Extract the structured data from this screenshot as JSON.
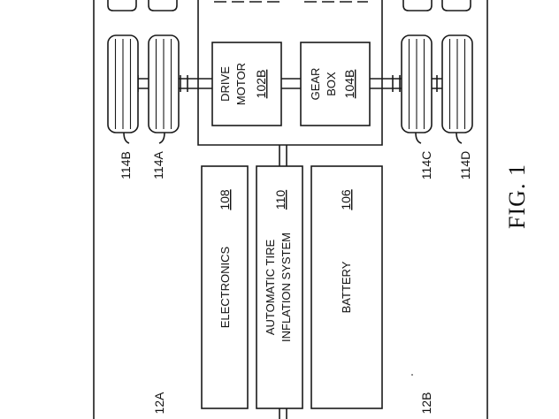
{
  "figure_label": "FIG. 1",
  "vehicle_sides": {
    "left": "12A",
    "right": "12B"
  },
  "drive_motor": {
    "lines": [
      "DRIVE",
      "MOTOR"
    ],
    "ref": "102B"
  },
  "gear_box": {
    "lines": [
      "GEAR",
      "BOX"
    ],
    "ref": "104B"
  },
  "components": {
    "electronics": {
      "label": "ELECTRONICS",
      "ref": "108"
    },
    "tire_inflation": {
      "lines": [
        "AUTOMATIC TIRE",
        "INFLATION SYSTEM"
      ],
      "ref": "110"
    },
    "battery": {
      "label": "BATTERY",
      "ref": "106"
    }
  },
  "tires": {
    "t114a": "114A",
    "t114b": "114B",
    "t114c": "114C",
    "t114d": "114D"
  }
}
